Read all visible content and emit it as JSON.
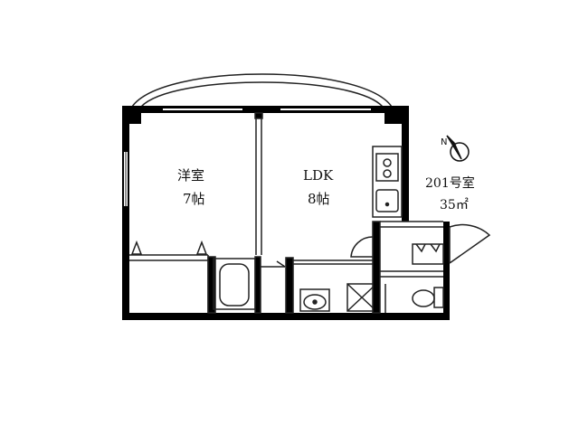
{
  "rooms": {
    "western": {
      "name": "洋室",
      "size": "7帖"
    },
    "ldk": {
      "name": "LDK",
      "size": "8帖"
    }
  },
  "unit": {
    "number": "201号室",
    "area": "35㎡"
  },
  "icons": {
    "compass": "north-arrow-icon"
  },
  "colors": {
    "wall": "#000000",
    "line": "#222222",
    "background": "#ffffff"
  }
}
